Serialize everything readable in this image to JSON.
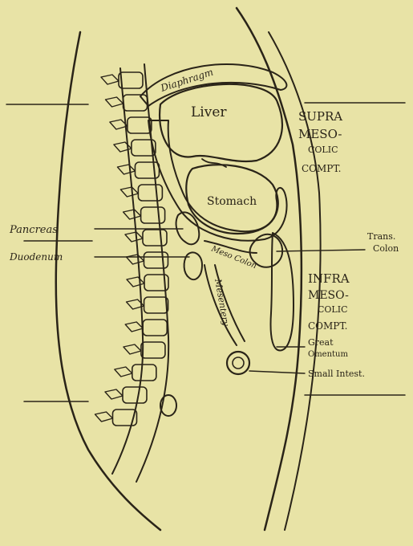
{
  "labels": {
    "diaphragm": "Diaphragm",
    "liver": "Liver",
    "stomach": "Stomach",
    "pancreas": "Pancreas",
    "duodenum": "Duodenum",
    "mesocolon": "Meso Colon",
    "mesentery": "Mesentery",
    "transverse_colon_1": "Trans.",
    "transverse_colon_2": "Colon",
    "great_omentum_1": "Great",
    "great_omentum_2": "Omentum",
    "small_intestine": "Small Intest.",
    "supra_1": "SUPRA",
    "supra_2": "MESO-",
    "supra_3": "COLIC",
    "supra_4": "COMPT.",
    "infra_1": "INFRA",
    "infra_2": "MESO-",
    "infra_3": "COLIC",
    "infra_4": "COMPT."
  },
  "colors": {
    "background": "#e8e3a6",
    "ink": "#2a2418"
  }
}
